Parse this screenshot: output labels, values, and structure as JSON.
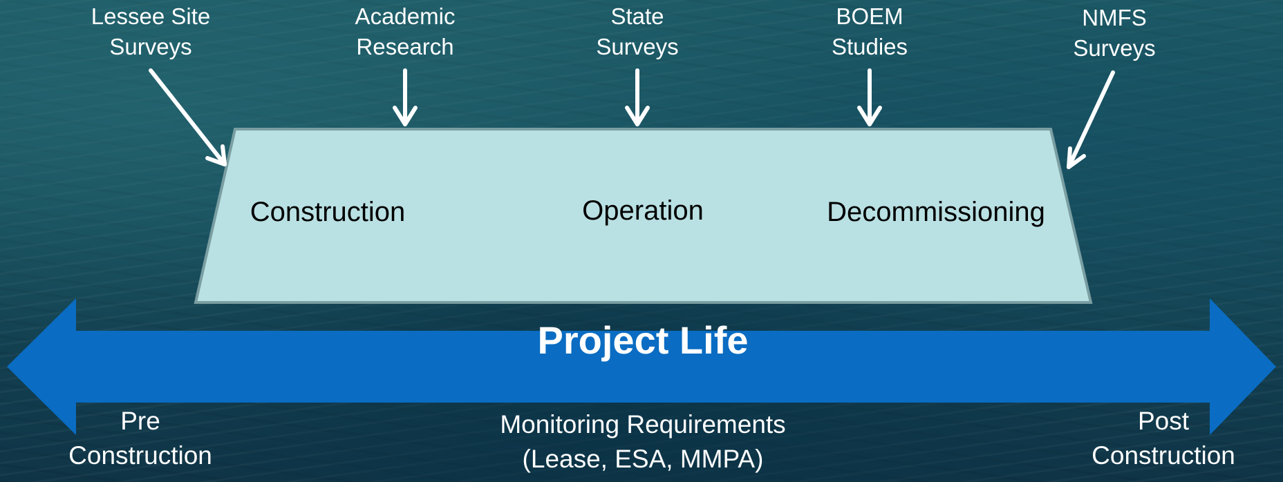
{
  "sources": [
    {
      "line1": "Lessee Site",
      "line2": "Surveys"
    },
    {
      "line1": "Academic",
      "line2": "Research"
    },
    {
      "line1": "State",
      "line2": "Surveys"
    },
    {
      "line1": "BOEM",
      "line2": "Studies"
    },
    {
      "line1": "NMFS",
      "line2": "Surveys"
    }
  ],
  "phases": [
    "Construction",
    "Operation",
    "Decommissioning"
  ],
  "timeline": {
    "title": "Project Life",
    "pre": {
      "line1": "Pre",
      "line2": "Construction"
    },
    "post": {
      "line1": "Post",
      "line2": "Construction"
    },
    "monitoring": {
      "line1": "Monitoring Requirements",
      "line2": "(Lease, ESA, MMPA)"
    }
  },
  "colors": {
    "trapezoid_fill": "#b9e0e3",
    "trapezoid_stroke": "#7a9ea2",
    "timeline_arrow": "#0a6cc2",
    "text_light": "#ffffff",
    "text_dark": "#000000"
  }
}
